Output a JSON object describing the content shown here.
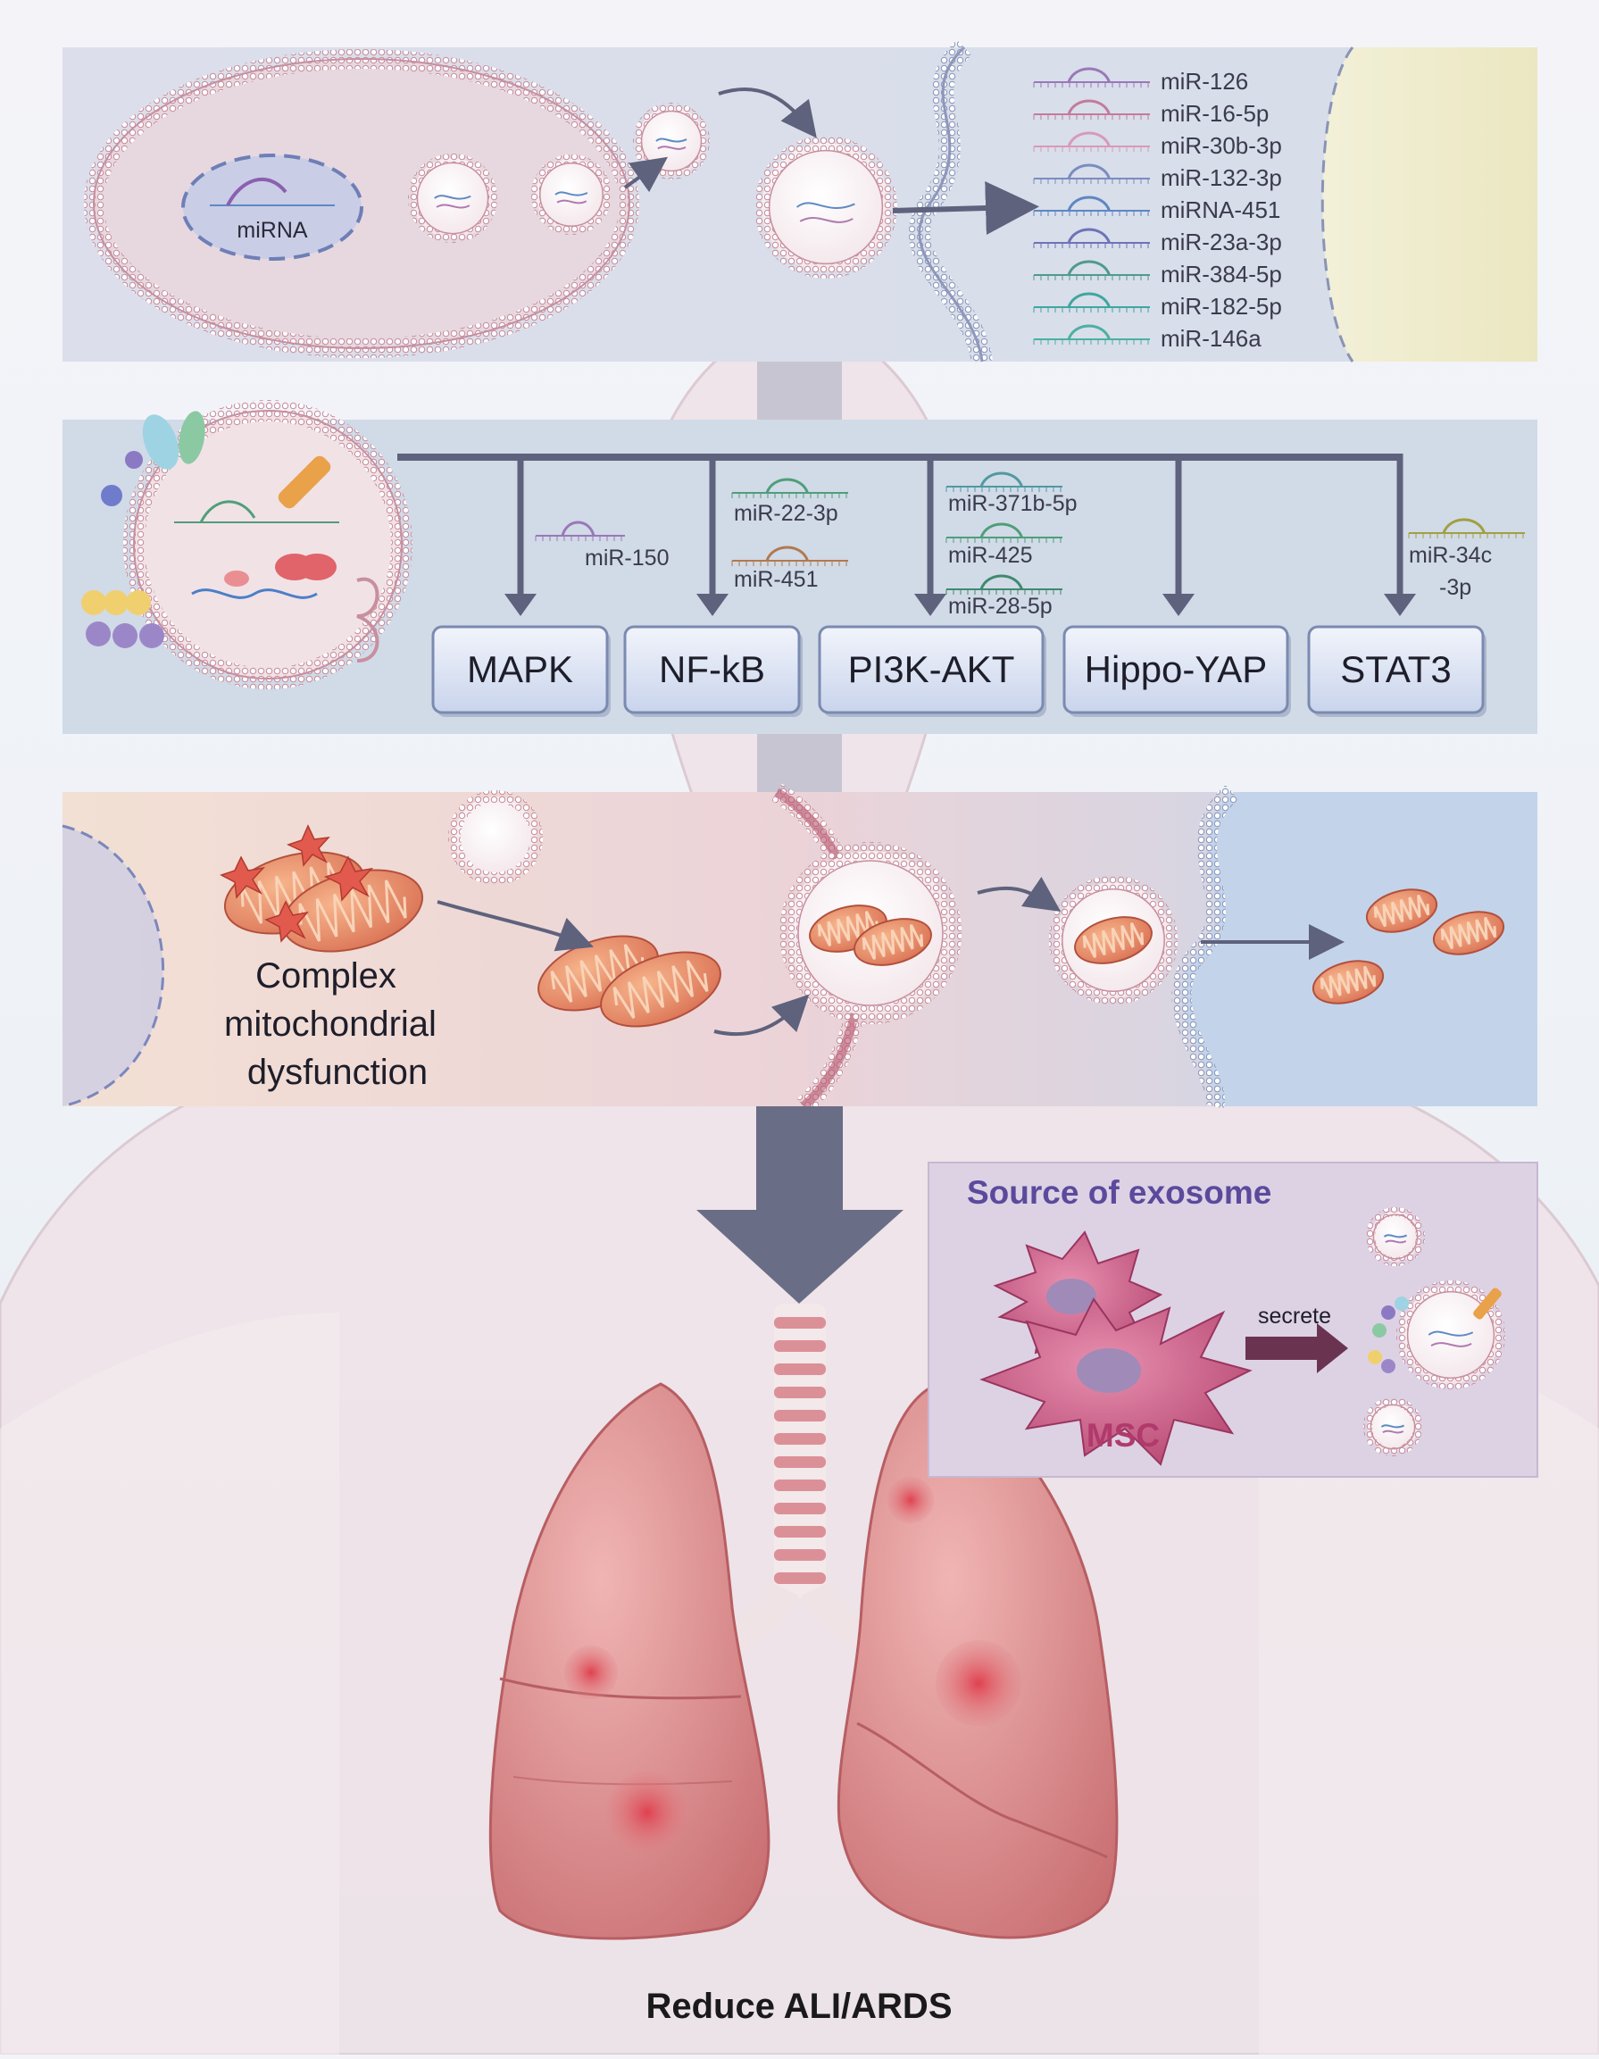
{
  "colors": {
    "panel_top": "#dfe1ec",
    "panel_mid": "#cfd8e6",
    "panel_mito_left": "#f1dcd3",
    "panel_mito_right": "#c6d6ea",
    "box_fill": "#dbe4f3",
    "box_stroke": "#7b8ab0",
    "arrow": "#5e627c",
    "source_title": "#5b4a9c",
    "msc": "#b03a6c",
    "lung": "#d98a8a",
    "body": "#ecdfe4"
  },
  "panel1": {
    "nucleus_label": "miRNA",
    "mirnas": [
      {
        "label": "miR-126",
        "color": "#9a78b8"
      },
      {
        "label": "miR-16-5p",
        "color": "#c47a9b"
      },
      {
        "label": "miR-30b-3p",
        "color": "#d89ab8"
      },
      {
        "label": "miR-132-3p",
        "color": "#7a8cc0"
      },
      {
        "label": "miRNA-451",
        "color": "#5f86c2"
      },
      {
        "label": "miR-23a-3p",
        "color": "#6d72b8"
      },
      {
        "label": "miR-384-5p",
        "color": "#4f9a8e"
      },
      {
        "label": "miR-182-5p",
        "color": "#3fa6a0"
      },
      {
        "label": "miR-146a",
        "color": "#4bb0a2"
      }
    ]
  },
  "panel2": {
    "pathways": [
      "MAPK",
      "NF-kB",
      "PI3K-AKT",
      "Hippo-YAP",
      "STAT3"
    ],
    "mirna_labels": {
      "mapk": "miR-150",
      "nfkb_1": "miR-22-3p",
      "nfkb_2": "miR-451",
      "pi3k_1": "miR-371b-5p",
      "pi3k_2": "miR-425",
      "pi3k_3": "miR-28-5p",
      "stat3_1": "miR-34c",
      "stat3_2": "-3p"
    }
  },
  "panel3": {
    "label_lines": [
      "Complex",
      "mitochondrial",
      "dysfunction"
    ]
  },
  "source": {
    "title": "Source of exosome",
    "cell_label": "MSC",
    "arrow_label": "secrete"
  },
  "footer": {
    "outcome": "Reduce ALI/ARDS"
  }
}
